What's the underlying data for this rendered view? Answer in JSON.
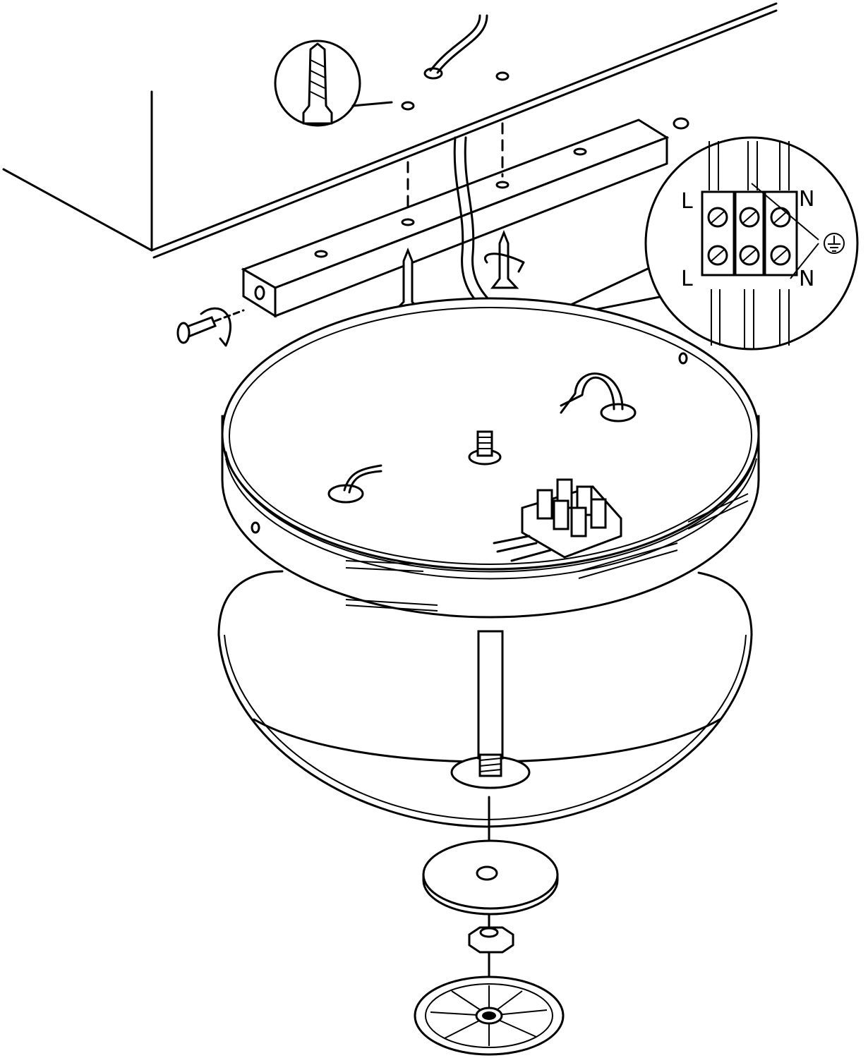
{
  "diagram": {
    "wiring_inset": {
      "top_left_label": "L",
      "top_right_label": "N",
      "bottom_left_label": "L",
      "bottom_right_label": "N",
      "ground_icon": "earth-ground-icon"
    },
    "colors": {
      "line": "#000000",
      "background": "#ffffff"
    }
  }
}
